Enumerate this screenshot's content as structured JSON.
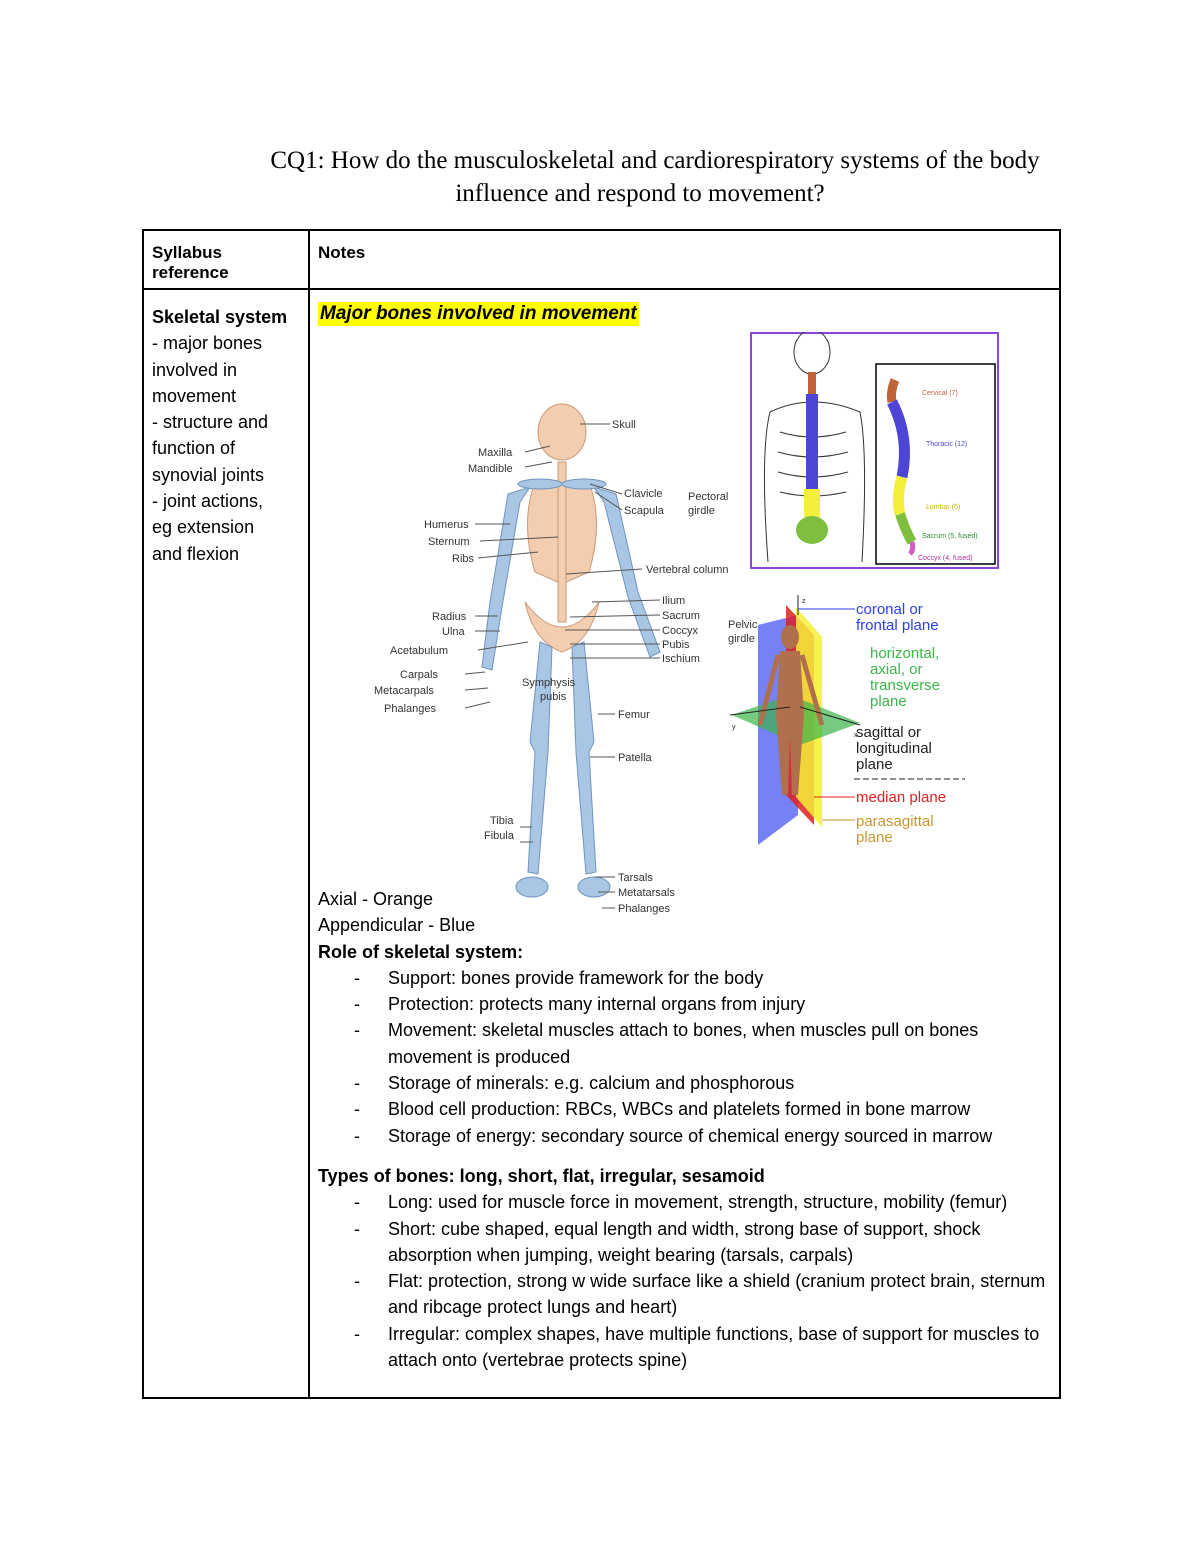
{
  "title": {
    "line1": "CQ1: How do the musculoskeletal and cardiorespiratory systems of the body",
    "line2": "influence and respond to movement?"
  },
  "table": {
    "col1_header": "Syllabus reference",
    "col2_header": "Notes"
  },
  "syllabus": {
    "heading": "Skeletal system",
    "lines": [
      "- major bones",
      "involved in",
      "movement",
      "- structure and",
      "function of",
      "synovial joints",
      "- joint actions,",
      "eg extension",
      "and flexion"
    ]
  },
  "notes": {
    "heading": "Major bones involved in movement",
    "axial": "Axial - Orange",
    "appendicular": "Appendicular - Blue",
    "role_heading": "Role of skeletal system:",
    "roles": [
      "Support: bones provide framework for the body",
      "Protection: protects many internal organs from injury",
      "Movement: skeletal muscles attach to bones, when muscles pull on bones movement is produced",
      "Storage of minerals: e.g. calcium and phosphorous",
      "Blood cell production: RBCs, WBCs and platelets formed in bone marrow",
      "Storage of energy: secondary source of chemical energy sourced in marrow"
    ],
    "types_heading": "Types of bones: long, short, flat, irregular, sesamoid",
    "types": [
      "Long: used for muscle force in movement, strength, structure, mobility (femur)",
      "Short: cube shaped, equal length and width, strong base of support, shock absorption when jumping, weight bearing (tarsals, carpals)",
      "Flat: protection, strong w wide surface like a shield (cranium protect brain, sternum and ribcage protect lungs and heart)",
      "Irregular: complex shapes, have multiple functions, base of support for muscles to attach onto (vertebrae protects spine)"
    ]
  },
  "skeleton_labels": {
    "skull": "Skull",
    "maxilla": "Maxilla",
    "mandible": "Mandible",
    "clavicle": "Clavicle",
    "scapula": "Scapula",
    "pectoral_girdle_1": "Pectoral",
    "pectoral_girdle_2": "girdle",
    "humerus": "Humerus",
    "sternum": "Sternum",
    "ribs": "Ribs",
    "vertebral_column": "Vertebral column",
    "radius": "Radius",
    "ulna": "Ulna",
    "acetabulum": "Acetabulum",
    "ilium": "Ilium",
    "sacrum": "Sacrum",
    "coccyx": "Coccyx",
    "pubis": "Pubis",
    "ischium": "Ischium",
    "pelvic_girdle_1": "Pelvic",
    "pelvic_girdle_2": "girdle",
    "carpals": "Carpals",
    "metacarpals": "Metacarpals",
    "phalanges_hand": "Phalanges",
    "symphysis_1": "Symphysis",
    "symphysis_2": "pubis",
    "femur": "Femur",
    "patella": "Patella",
    "tibia": "Tibia",
    "fibula": "Fibula",
    "tarsals": "Tarsals",
    "metatarsals": "Metatarsals",
    "phalanges_foot": "Phalanges"
  },
  "spine_labels": {
    "cervical": "Cervical (7)",
    "thoracic": "Thoracic (12)",
    "lumbar": "Lumbar (5)",
    "sacrum": "Sacrum (5, fused)",
    "coccyx": "Coccyx (4, fused)"
  },
  "plane_labels": {
    "coronal_1": "coronal or",
    "coronal_2": "frontal plane",
    "horizontal_1": "horizontal,",
    "horizontal_2": "axial, or",
    "horizontal_3": "transverse",
    "horizontal_4": "plane",
    "sagittal_1": "sagittal or",
    "sagittal_2": "longitudinal",
    "sagittal_3": "plane",
    "median": "median plane",
    "parasagittal_1": "parasagittal",
    "parasagittal_2": "plane",
    "axis_z": "z",
    "axis_x": "x",
    "axis_y": "y"
  },
  "colors": {
    "highlight": "#ffff00",
    "bone_axial": "#f2cdb0",
    "bone_appendicular": "#a9c6e4",
    "cervical": "#c0623a",
    "thoracic": "#4c45d6",
    "lumbar": "#f3ef3a",
    "sacrum": "#7fbf3f",
    "coronal": "#2b3ef0",
    "horizontal": "#3cb54a",
    "median": "#e02020",
    "parasagittal": "#c8962e"
  }
}
